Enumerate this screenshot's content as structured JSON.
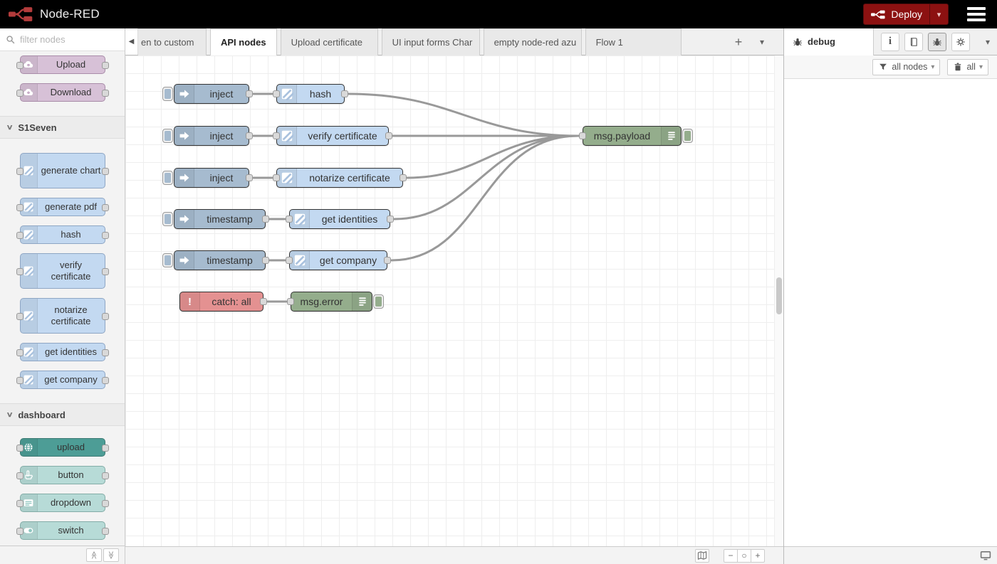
{
  "header": {
    "app_title": "Node-RED",
    "deploy_label": "Deploy"
  },
  "workspace_tabs": {
    "items": [
      {
        "label": "en to custom",
        "active": false
      },
      {
        "label": "API nodes",
        "active": true
      },
      {
        "label": "Upload certificate",
        "active": false
      },
      {
        "label": "UI input forms Char",
        "active": false
      },
      {
        "label": "empty node-red azu",
        "active": false
      },
      {
        "label": "Flow 1",
        "active": false
      }
    ]
  },
  "palette": {
    "filter_placeholder": "filter nodes",
    "misc_items": [
      {
        "label": "Upload"
      },
      {
        "label": "Download"
      }
    ],
    "sections": [
      {
        "label": "S1Seven",
        "items": [
          {
            "label": "generate chart"
          },
          {
            "label": "generate pdf"
          },
          {
            "label": "hash"
          },
          {
            "label": "verify certificate"
          },
          {
            "label": "notarize certificate"
          },
          {
            "label": "get identities"
          },
          {
            "label": "get company"
          }
        ]
      },
      {
        "label": "dashboard",
        "items": [
          {
            "label": "upload"
          },
          {
            "label": "button"
          },
          {
            "label": "dropdown"
          },
          {
            "label": "switch"
          }
        ]
      }
    ]
  },
  "flow": {
    "labels": {
      "inject": "inject",
      "timestamp": "timestamp",
      "hash": "hash",
      "verify": "verify certificate",
      "notarize": "notarize certificate",
      "identities": "get identities",
      "company": "get company",
      "payload": "msg.payload",
      "catch": "catch: all",
      "error": "msg.error"
    }
  },
  "debug_sidebar": {
    "tab_label": "debug",
    "filter_button": "all nodes",
    "clear_button": "all"
  },
  "icons": {
    "caret_down": "▾",
    "scroll_left": "◀",
    "plus": "+",
    "minus": "−",
    "zoom_reset": "○",
    "info": "i",
    "section_chevron": "∨",
    "double_chevron": "≫",
    "exclaim": "!"
  },
  "colors": {
    "deployred": "#8C1111",
    "inject": "#a6bbcf",
    "s1": "#c3d9f1",
    "debuggreen": "#94ad8c",
    "catchred": "#e49191",
    "mauve": "#d7c1d7",
    "tealdark": "#4d9d96",
    "teallight": "#b7dbd7",
    "wire": "#999999"
  }
}
